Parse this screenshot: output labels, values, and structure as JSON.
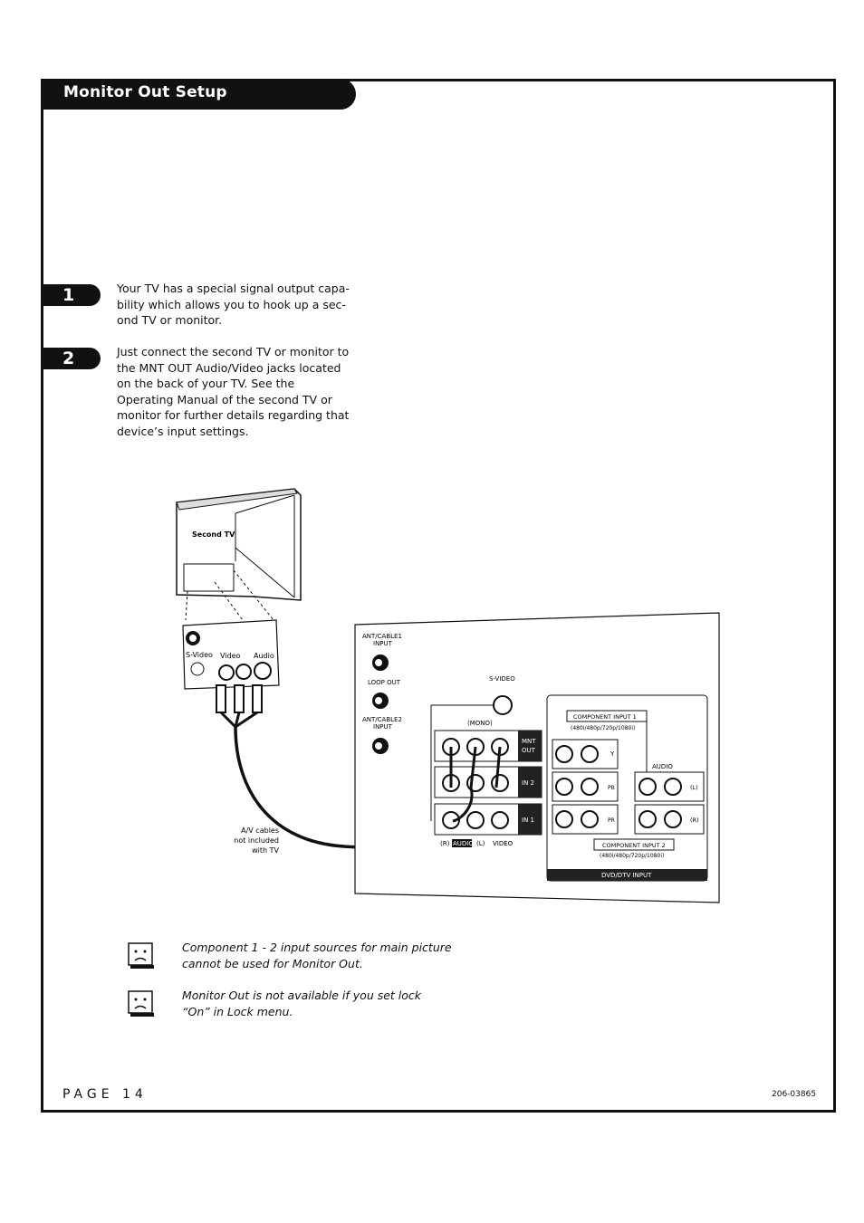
{
  "header": {
    "title": "Monitor Out Setup"
  },
  "steps": [
    {
      "number": "1",
      "text": "Your TV has a special signal output capa-bility which allows you to hook up a sec-ond TV or monitor."
    },
    {
      "number": "2",
      "text": "Just connect the second TV or monitor to the MNT OUT Audio/Video jacks located on the back of your TV. See the Operating Manual of the second TV or monitor for further details regarding that device’s input settings."
    }
  ],
  "diagram": {
    "second_tv_label": "Second TV",
    "svideo_jack_label": "S-Video",
    "video_jack_label": "Video",
    "audio_jack_label": "Audio",
    "cable_note_line1": "A/V cables",
    "cable_note_line2": "not included",
    "cable_note_line3": "with TV",
    "panel": {
      "ant_cable1_line1": "ANT/CABLE1",
      "ant_cable1_line2": "INPUT",
      "loop_out": "LOOP OUT",
      "ant_cable2_line1": "ANT/CABLE2",
      "ant_cable2_line2": "INPUT",
      "svideo": "S-VIDEO",
      "mono": "(MONO)",
      "mnt_line1": "MNT",
      "mnt_line2": "OUT",
      "in2": "IN 2",
      "in1": "IN 1",
      "audio_r": "(R)",
      "audio_mid": "AUDIO",
      "audio_l": "(L)",
      "video": "VIDEO",
      "component1": "COMPONENT INPUT 1",
      "component1_res": "(480i/480p/720p/1080i)",
      "y": "Y",
      "pb": "PB",
      "pr": "PR",
      "audio": "AUDIO",
      "l": "(L)",
      "r": "(R)",
      "component2": "COMPONENT INPUT 2",
      "component2_res": "(480i/480p/720p/1080i)",
      "dvd_dtv": "DVD/DTV INPUT"
    }
  },
  "notes": [
    {
      "icon": "note-face-icon",
      "line1": "Component 1 - 2 input sources for main picture",
      "line2": "cannot be used for Monitor Out."
    },
    {
      "icon": "note-face-icon",
      "line1": "Monitor Out is not available if you set lock",
      "line2": "“On” in Lock menu."
    }
  ],
  "footer": {
    "page": "PAGE 14",
    "code": "206-03865"
  }
}
